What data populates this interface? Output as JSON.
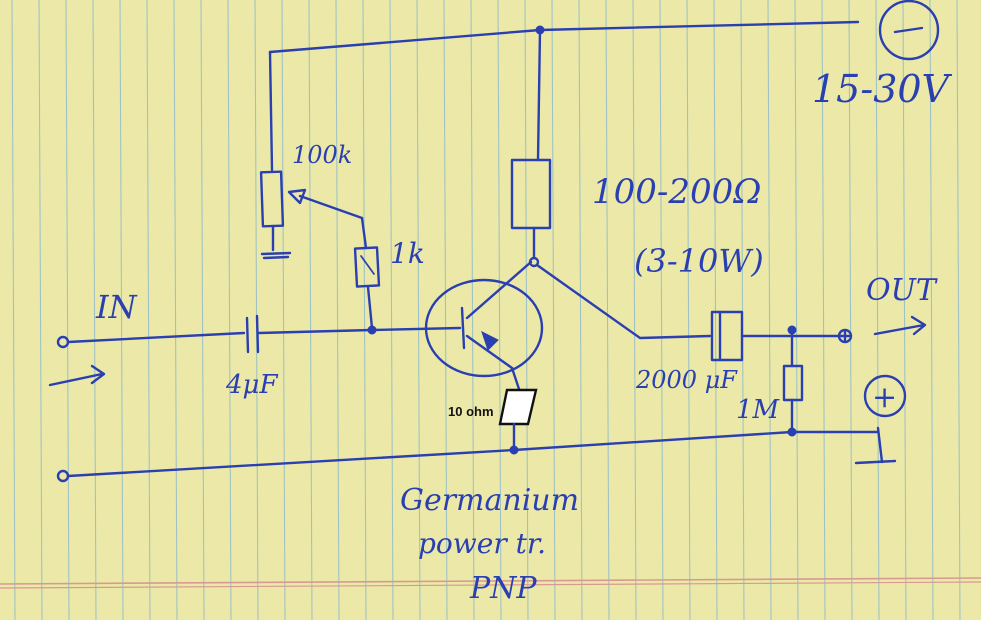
{
  "labels": {
    "supply_sign": "−",
    "supply_voltage": "15-30V",
    "pot": "100k",
    "bias_resistor": "1k",
    "load_resistor": "100-200Ω",
    "load_power": "(3-10W)",
    "input": "IN",
    "input_cap": "4μF",
    "output_cap": "2000 μF",
    "emitter_resistor": "10 ohm",
    "output_resistor": "1M",
    "output": "OUT",
    "ground_sign": "+",
    "transistor_line1": "Germanium",
    "transistor_line2": "power tr.",
    "transistor_line3": "PNP"
  },
  "colors": {
    "paper": "#ece9a8",
    "ink": "#2a3fb0",
    "rule_lines": "#9fc3c4",
    "margin_line": "#d79a92"
  }
}
